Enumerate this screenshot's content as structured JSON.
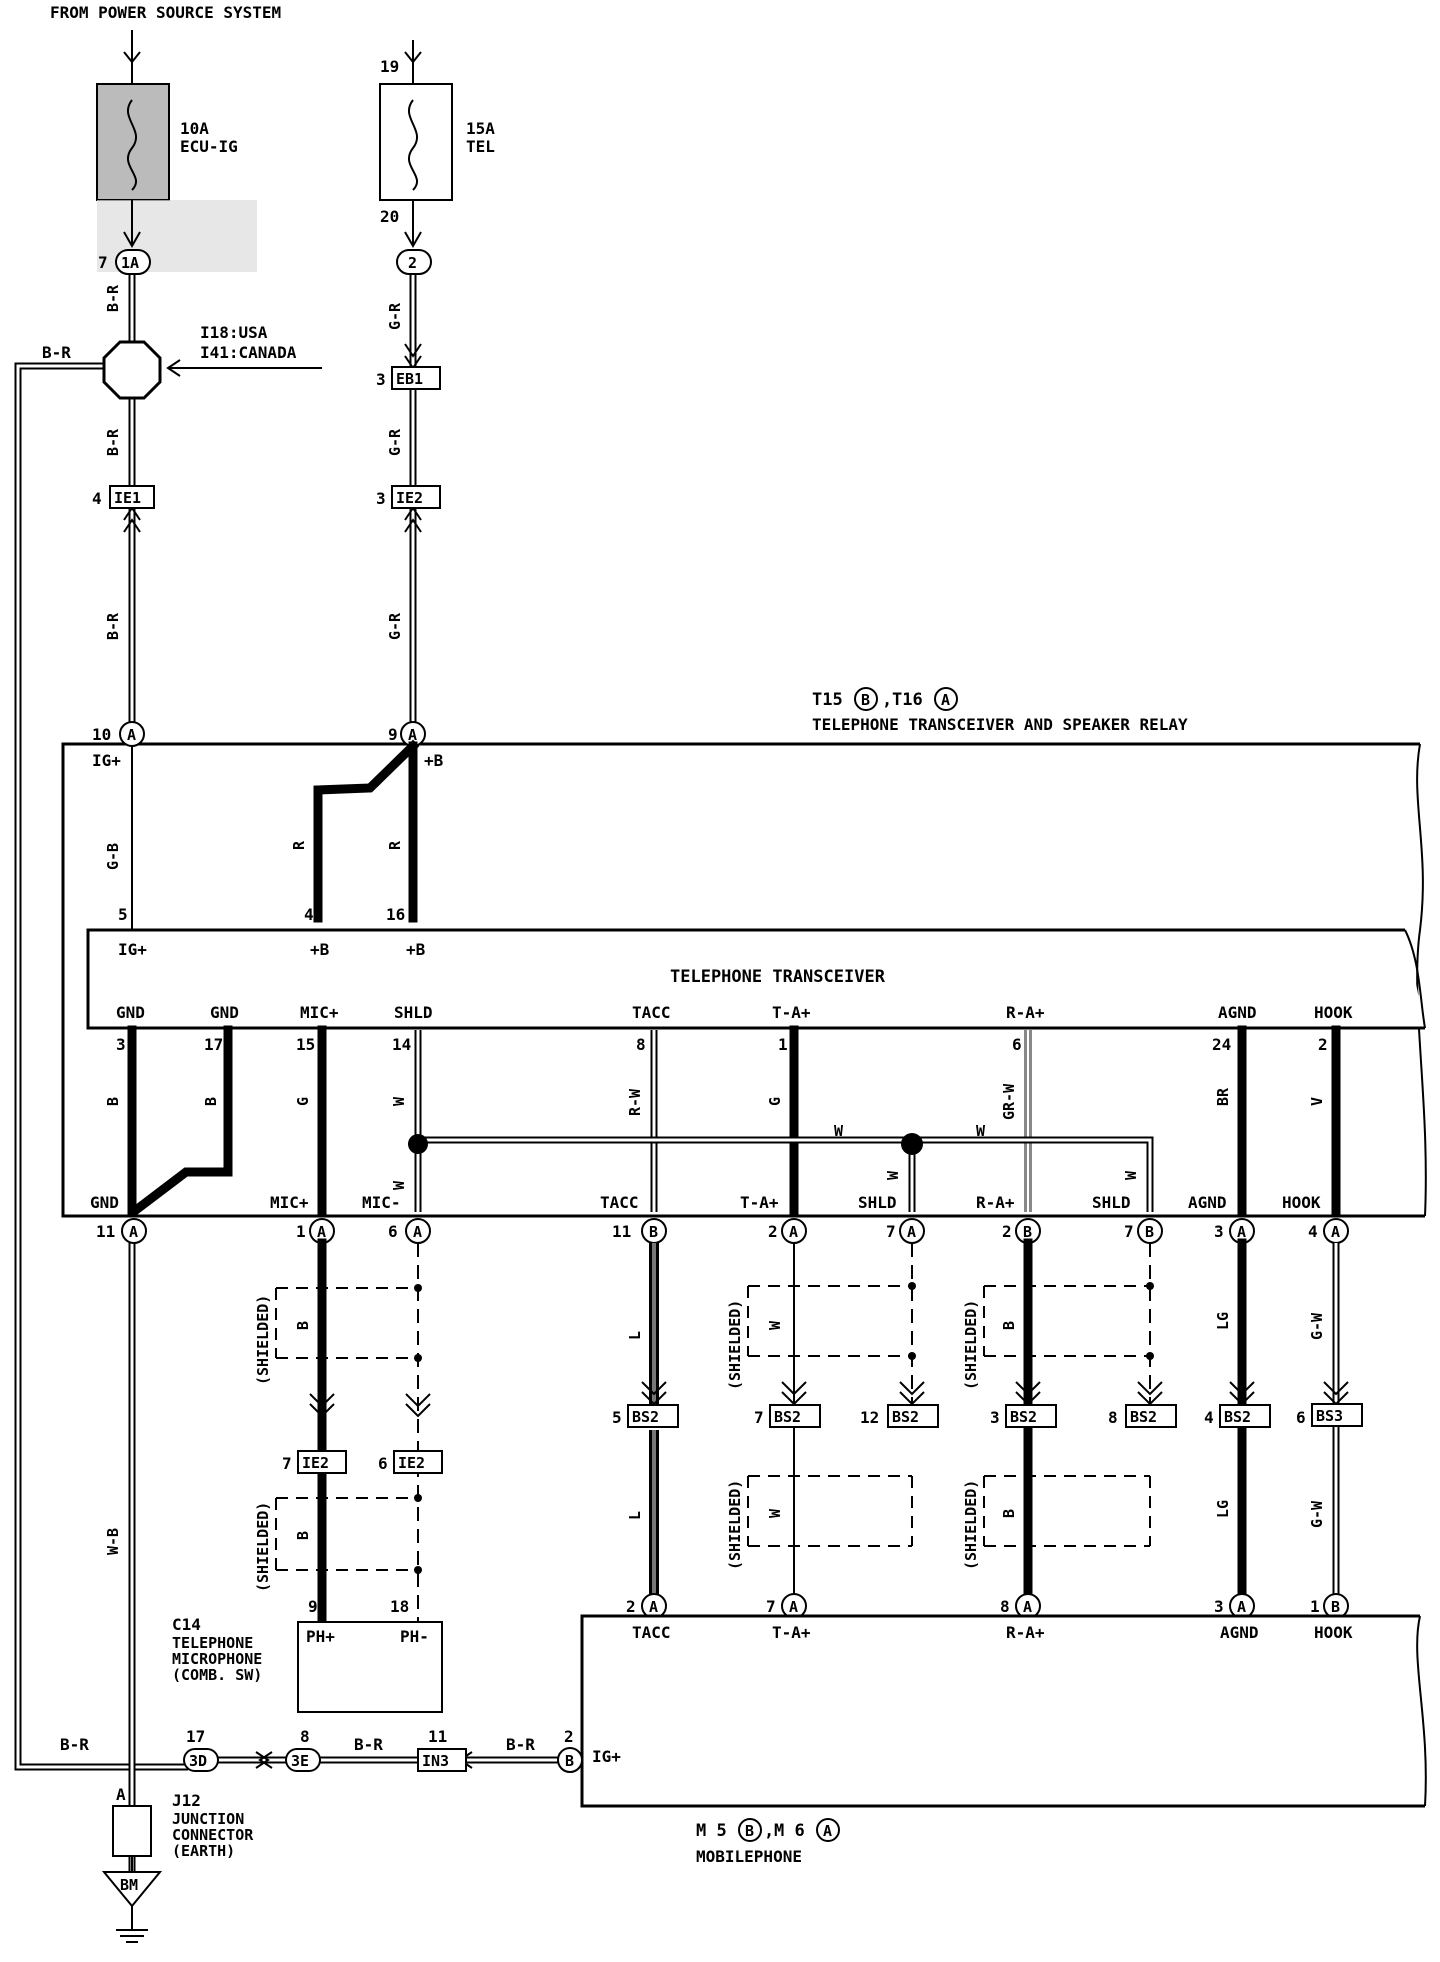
{
  "header": "FROM POWER SOURCE SYSTEM",
  "fuses": [
    {
      "id": "fuse-ecu-ig",
      "rating": "10A",
      "name": "ECU-IG",
      "pin_in": "",
      "pin_out": "7",
      "conn": "1A"
    },
    {
      "id": "fuse-tel",
      "rating": "15A",
      "name": "TEL",
      "pin_in": "19",
      "pin_out": "20",
      "conn": "2"
    }
  ],
  "junction_note": [
    "I18:USA",
    "I41:CANADA"
  ],
  "transceiver_relay": {
    "code": "T15",
    "code_sub": "B",
    "code2": "T16",
    "code2_sub": "A",
    "title": "TELEPHONE TRANSCEIVER AND SPEAKER RELAY"
  },
  "transceiver": {
    "title": "TELEPHONE TRANSCEIVER"
  },
  "mobilephone": {
    "code": "M 5",
    "code_sub": "B",
    "code2": "M 6",
    "code2_sub": "A",
    "title": "MOBILEPHONE"
  },
  "microphone": {
    "code": "C14",
    "title": [
      "TELEPHONE",
      "MICROPHONE",
      "(COMB. SW)"
    ],
    "pins": [
      "PH+",
      "PH-"
    ]
  },
  "junction_connector": {
    "code": "J12",
    "title": [
      "JUNCTION",
      "CONNECTOR",
      "(EARTH)"
    ],
    "pin": "A",
    "earth": "BM"
  },
  "labels": {
    "ig_plus_top": "IG+",
    "b_plus_top": "+B",
    "ig_plus_t": "IG+",
    "b_plus_4": "+B",
    "b_plus_16": "+B",
    "gnd1": "GND",
    "gnd2": "GND",
    "mic_plus": "MIC+",
    "shld": "SHLD",
    "tacc": "TACC",
    "ta_plus": "T-A+",
    "ra_plus": "R-A+",
    "agnd": "AGND",
    "hook": "HOOK",
    "gnd_b": "GND",
    "mic_plus_b": "MIC+",
    "mic_minus_b": "MIC-",
    "tacc_b": "TACC",
    "ta_plus_b": "T-A+",
    "shld_b1": "SHLD",
    "ra_plus_b": "R-A+",
    "shld_b2": "SHLD",
    "agnd_b": "AGND",
    "hook_b": "HOOK",
    "mp_tacc": "TACC",
    "mp_ta": "T-A+",
    "mp_ra": "R-A+",
    "mp_agnd": "AGND",
    "mp_hook": "HOOK",
    "mp_ig": "IG+",
    "shielded": "(SHIELDED)"
  },
  "pins": {
    "p10": "10",
    "p9": "9",
    "p5": "5",
    "p4": "4",
    "p16": "16",
    "p3": "3",
    "p17": "17",
    "p15": "15",
    "p14": "14",
    "p8": "8",
    "p1": "1",
    "p6": "6",
    "p24": "24",
    "p2": "2",
    "b11": "11",
    "b1": "1",
    "b6": "6",
    "b11t": "11",
    "b2": "2",
    "b7": "7",
    "b2r": "2",
    "b7s": "7",
    "b3": "3",
    "b4": "4",
    "bs5": "5",
    "bs7": "7",
    "bs12": "12",
    "bs3": "3",
    "bs8": "8",
    "bs4": "4",
    "bs6": "6",
    "ie7": "7",
    "ie6": "6",
    "mic9": "9",
    "mic18": "18",
    "mp2": "2",
    "mp7": "7",
    "mp8": "8",
    "mp3": "3",
    "mp1": "1",
    "mp_ig2": "2",
    "j17": "17",
    "j8": "8",
    "j11": "11",
    "ie1_4": "4",
    "eb1_3": "3",
    "ie2_3": "3"
  },
  "connectors": {
    "ie1": "IE1",
    "eb1": "EB1",
    "ie2a": "IE2",
    "ie2b": "IE2",
    "ie2c": "IE2",
    "bs2a": "BS2",
    "bs2b": "BS2",
    "bs2c": "BS2",
    "bs2d": "BS2",
    "bs2e": "BS2",
    "bs2f": "BS2",
    "bs3": "BS3",
    "c3d": "3D",
    "c3e": "3E",
    "in3": "IN3"
  },
  "circle_tags": {
    "A": "A",
    "B": "B"
  },
  "wire_colors": {
    "br1": "B-R",
    "br2": "B-R",
    "br3": "B-R",
    "br_left": "B-R",
    "gr1": "G-R",
    "gr2": "G-R",
    "gr3": "G-R",
    "gb": "G-B",
    "r1": "R",
    "r2": "R",
    "b1": "B",
    "b2": "B",
    "g1": "G",
    "w1": "W",
    "rw": "R-W",
    "g2": "G",
    "grw": "GR-W",
    "brn": "BR",
    "v": "V",
    "w_mic": "W",
    "w_h1": "W",
    "w_h2": "W",
    "w_sh1": "W",
    "w_sh2": "W",
    "wb": "W-B",
    "l1": "L",
    "l2": "L",
    "w2": "W",
    "w3": "W",
    "b3": "B",
    "b4": "B",
    "lg1": "LG",
    "lg2": "LG",
    "gw1": "G-W",
    "gw2": "G-W",
    "b5": "B",
    "b6": "B",
    "br_bot1": "B-R",
    "br_bot2": "B-R",
    "br_bot3": "B-R"
  }
}
